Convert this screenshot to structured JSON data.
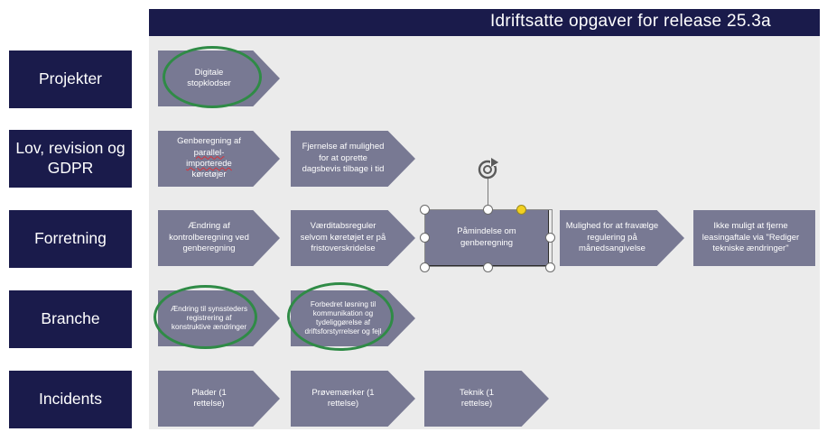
{
  "title": "Idriftsatte opgaver for release 25.3a",
  "rows": [
    {
      "label": "Projekter"
    },
    {
      "label": "Lov, revision og GDPR"
    },
    {
      "label": "Forretning"
    },
    {
      "label": "Branche"
    },
    {
      "label": "Incidents"
    }
  ],
  "tasks": {
    "projekter_1": "Digitale stopklodser",
    "lov_1_a": "Genberegning af",
    "lov_1_b": "parallel-importerede",
    "lov_1_c": "køretøjer",
    "lov_2": "Fjernelse af mulighed for at oprette dagsbevis tilbage i tid",
    "forretning_1": "Ændring af kontrolberegning ved genberegning",
    "forretning_2": "Værditabsreguler selvom køretøjet er på fristoverskridelse",
    "forretning_3": "Påmindelse om genberegning",
    "forretning_4": "Mulighed for at fravælge regulering på månedsangivelse",
    "forretning_5": "Ikke muligt at fjerne leasingaftale via \"Rediger tekniske ændringer\"",
    "branche_1": "Ændring til synssteders registrering af konstruktive ændringer",
    "branche_2": "Forbedret løsning til kommunikation og tydeliggørelse af driftsforstyrrelser og fejl",
    "incidents_1": "Plader (1 rettelse)",
    "incidents_2": "Prøvemærker (1 rettelse)",
    "incidents_3": "Teknik (1 rettelse)"
  },
  "colors": {
    "navy": "#1a1b4b",
    "task_box": "#787993",
    "highlight_ring": "#2f8b46",
    "background": "#ebebeb"
  }
}
